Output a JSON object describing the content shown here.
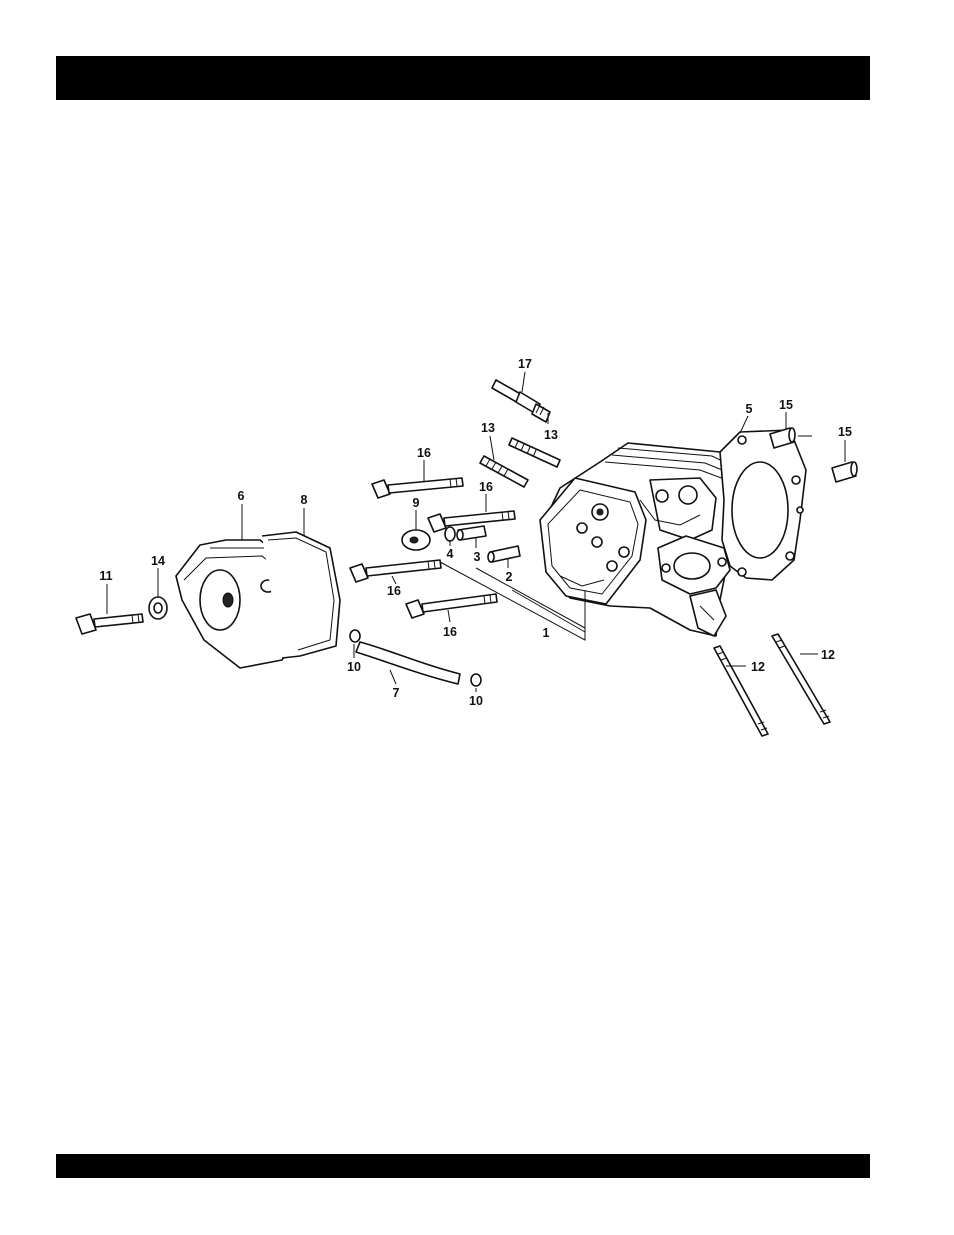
{
  "header_bar": {
    "color": "#000000",
    "text": ""
  },
  "footer_bar": {
    "color": "#000000",
    "text": ""
  },
  "diagram": {
    "callouts": [
      {
        "id": "c17",
        "label": "17"
      },
      {
        "id": "c13a",
        "label": "13"
      },
      {
        "id": "c13b",
        "label": "13"
      },
      {
        "id": "c5",
        "label": "5"
      },
      {
        "id": "c15a",
        "label": "15"
      },
      {
        "id": "c15b",
        "label": "15"
      },
      {
        "id": "c16a",
        "label": "16"
      },
      {
        "id": "c16b",
        "label": "16"
      },
      {
        "id": "c16c",
        "label": "16"
      },
      {
        "id": "c16d",
        "label": "16"
      },
      {
        "id": "c9",
        "label": "9"
      },
      {
        "id": "c4",
        "label": "4"
      },
      {
        "id": "c3",
        "label": "3"
      },
      {
        "id": "c2",
        "label": "2"
      },
      {
        "id": "c1",
        "label": "1"
      },
      {
        "id": "c6",
        "label": "6"
      },
      {
        "id": "c8",
        "label": "8"
      },
      {
        "id": "c14",
        "label": "14"
      },
      {
        "id": "c11",
        "label": "11"
      },
      {
        "id": "c10a",
        "label": "10"
      },
      {
        "id": "c10b",
        "label": "10"
      },
      {
        "id": "c7",
        "label": "7"
      },
      {
        "id": "c12a",
        "label": "12"
      },
      {
        "id": "c12b",
        "label": "12"
      }
    ]
  }
}
